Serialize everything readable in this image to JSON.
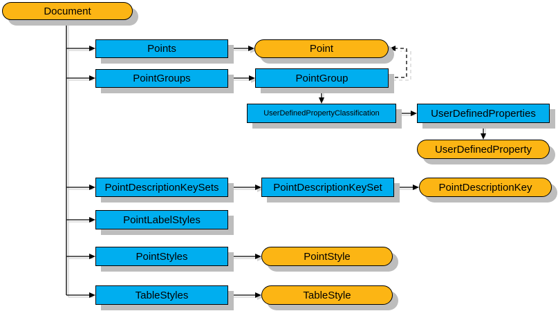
{
  "diagram": {
    "nodes": {
      "document": {
        "label": "Document",
        "shape": "rounded",
        "color": "#FCB514"
      },
      "points": {
        "label": "Points",
        "shape": "rect",
        "color": "#00AEEF"
      },
      "point": {
        "label": "Point",
        "shape": "rounded",
        "color": "#FCB514"
      },
      "point_groups": {
        "label": "PointGroups",
        "shape": "rect",
        "color": "#00AEEF"
      },
      "point_group": {
        "label": "PointGroup",
        "shape": "rect",
        "color": "#00AEEF"
      },
      "udp_classification": {
        "label": "UserDefinedPropertyClassification",
        "shape": "rect",
        "color": "#00AEEF"
      },
      "udp_collection": {
        "label": "UserDefinedProperties",
        "shape": "rect",
        "color": "#00AEEF"
      },
      "udp_item": {
        "label": "UserDefinedProperty",
        "shape": "rounded",
        "color": "#FCB514"
      },
      "pdk_sets": {
        "label": "PointDescriptionKeySets",
        "shape": "rect",
        "color": "#00AEEF"
      },
      "pdk_set": {
        "label": "PointDescriptionKeySet",
        "shape": "rect",
        "color": "#00AEEF"
      },
      "pdk": {
        "label": "PointDescriptionKey",
        "shape": "rounded",
        "color": "#FCB514"
      },
      "point_label_styles": {
        "label": "PointLabelStyles",
        "shape": "rect",
        "color": "#00AEEF"
      },
      "point_styles": {
        "label": "PointStyles",
        "shape": "rect",
        "color": "#00AEEF"
      },
      "point_style": {
        "label": "PointStyle",
        "shape": "rounded",
        "color": "#FCB514"
      },
      "table_styles": {
        "label": "TableStyles",
        "shape": "rect",
        "color": "#00AEEF"
      },
      "table_style": {
        "label": "TableStyle",
        "shape": "rounded",
        "color": "#FCB514"
      }
    },
    "edges": [
      {
        "from": "Document",
        "to": "Points",
        "style": "solid"
      },
      {
        "from": "Document",
        "to": "PointGroups",
        "style": "solid"
      },
      {
        "from": "Document",
        "to": "PointDescriptionKeySets",
        "style": "solid"
      },
      {
        "from": "Document",
        "to": "PointLabelStyles",
        "style": "solid"
      },
      {
        "from": "Document",
        "to": "PointStyles",
        "style": "solid"
      },
      {
        "from": "Document",
        "to": "TableStyles",
        "style": "solid"
      },
      {
        "from": "Points",
        "to": "Point",
        "style": "solid"
      },
      {
        "from": "PointGroups",
        "to": "PointGroup",
        "style": "solid"
      },
      {
        "from": "PointGroup",
        "to": "Point",
        "style": "dashed"
      },
      {
        "from": "PointGroup",
        "to": "UserDefinedPropertyClassification",
        "style": "solid"
      },
      {
        "from": "UserDefinedPropertyClassification",
        "to": "UserDefinedProperties",
        "style": "solid"
      },
      {
        "from": "UserDefinedProperties",
        "to": "UserDefinedProperty",
        "style": "solid"
      },
      {
        "from": "PointDescriptionKeySets",
        "to": "PointDescriptionKeySet",
        "style": "solid"
      },
      {
        "from": "PointDescriptionKeySet",
        "to": "PointDescriptionKey",
        "style": "solid"
      },
      {
        "from": "PointStyles",
        "to": "PointStyle",
        "style": "solid"
      },
      {
        "from": "TableStyles",
        "to": "TableStyle",
        "style": "solid"
      }
    ],
    "colors": {
      "collection_blue": "#00AEEF",
      "item_orange": "#FCB514",
      "box_shadow_gray": "#BDBDBD",
      "line_shadow_gray": "#D2D2D2",
      "line_black": "#000000",
      "background": "#FFFFFF"
    }
  }
}
